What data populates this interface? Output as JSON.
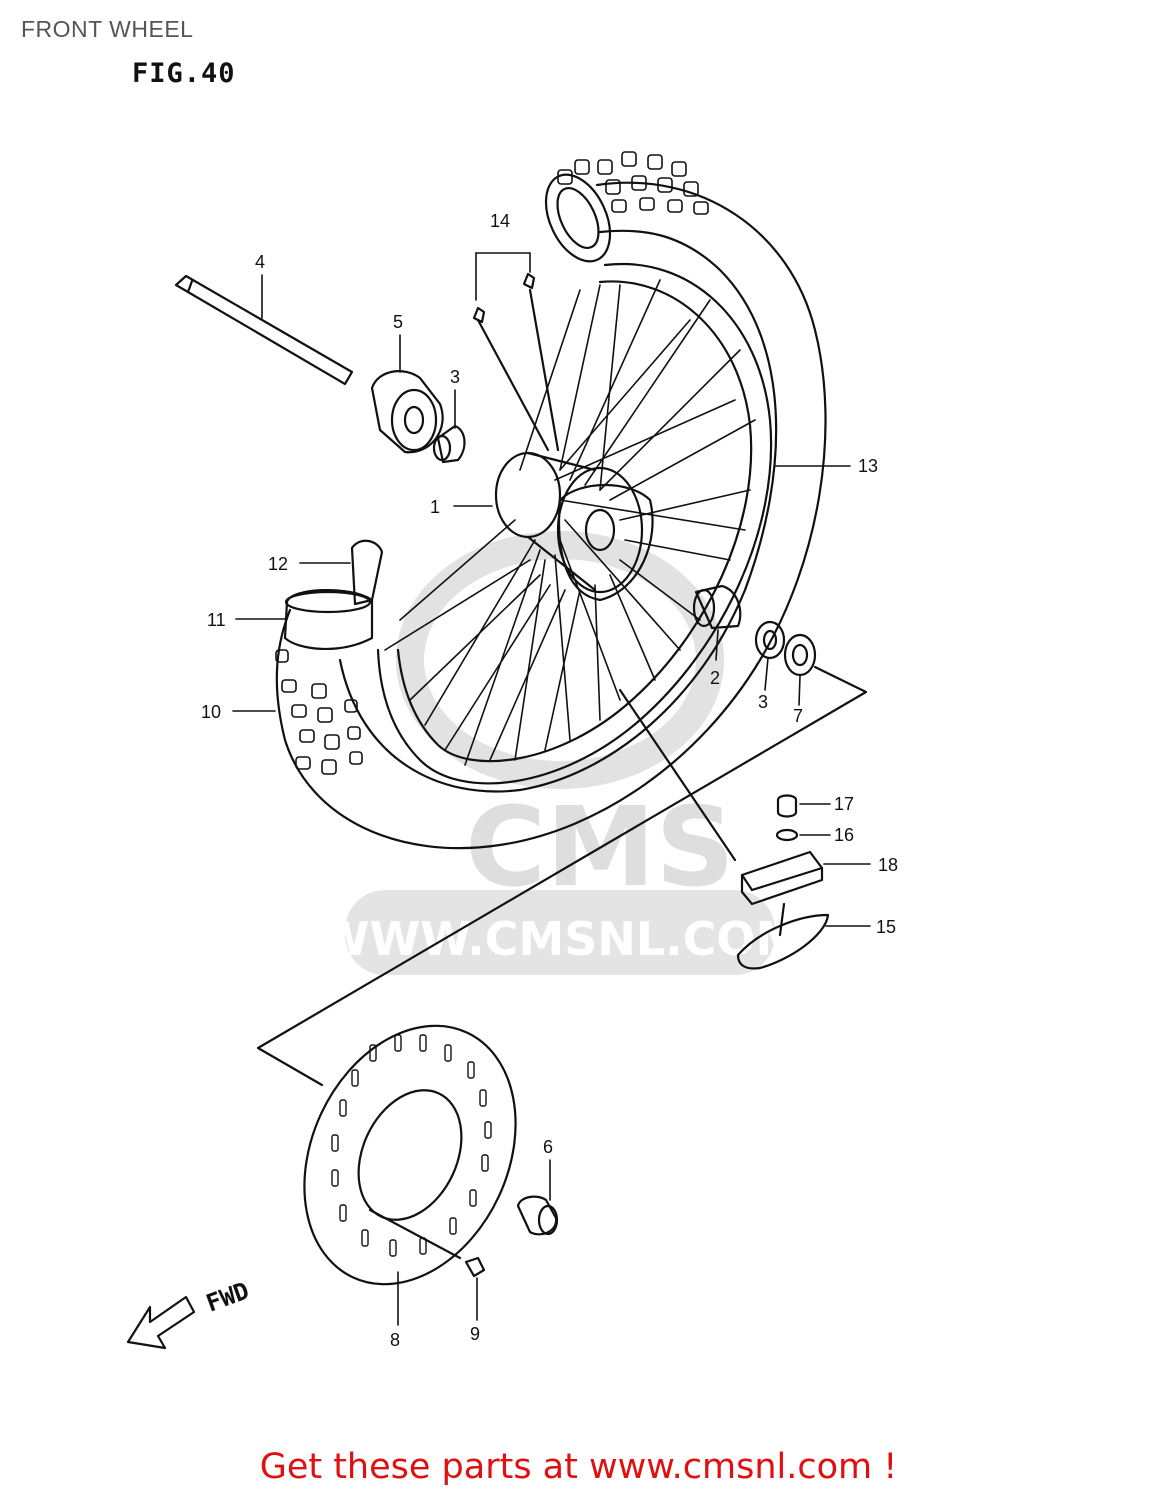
{
  "page": {
    "title": "FRONT WHEEL",
    "figure": "FIG.40",
    "footer": "Get these parts at www.cmsnl.com !"
  },
  "watermark": {
    "brand": "CMS",
    "url": "WWW.CMSNL.COM"
  },
  "arrow": {
    "label": "FWD"
  },
  "callouts": [
    {
      "id": "1",
      "label": "1"
    },
    {
      "id": "2",
      "label": "2"
    },
    {
      "id": "3a",
      "label": "3"
    },
    {
      "id": "3b",
      "label": "3"
    },
    {
      "id": "4",
      "label": "4"
    },
    {
      "id": "5",
      "label": "5"
    },
    {
      "id": "6",
      "label": "6"
    },
    {
      "id": "7",
      "label": "7"
    },
    {
      "id": "8",
      "label": "8"
    },
    {
      "id": "9",
      "label": "9"
    },
    {
      "id": "10",
      "label": "10"
    },
    {
      "id": "11",
      "label": "11"
    },
    {
      "id": "12",
      "label": "12"
    },
    {
      "id": "13",
      "label": "13"
    },
    {
      "id": "14",
      "label": "14"
    },
    {
      "id": "15",
      "label": "15"
    },
    {
      "id": "16",
      "label": "16"
    },
    {
      "id": "17",
      "label": "17"
    },
    {
      "id": "18",
      "label": "18"
    }
  ],
  "colors": {
    "line": "#111111",
    "watermark": "#e2e2e2",
    "footer": "#e01010"
  }
}
